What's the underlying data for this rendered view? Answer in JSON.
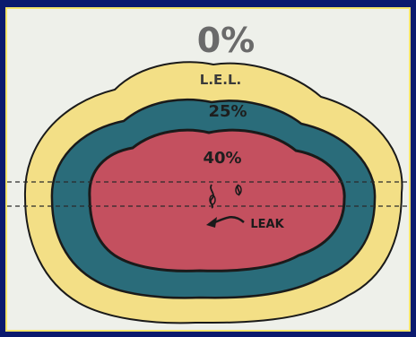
{
  "diagram": {
    "labels": {
      "outside": "0%",
      "lel": "L.E.L.",
      "middle": "25%",
      "inner": "40%",
      "leak": "LEAK"
    },
    "colors": {
      "frame": "#0b1a6e",
      "background": "#eef0ea",
      "outer_zone": "#f3df86",
      "middle_zone": "#2a6c7a",
      "inner_zone": "#c4505f",
      "outline": "#1a1a1a"
    }
  }
}
